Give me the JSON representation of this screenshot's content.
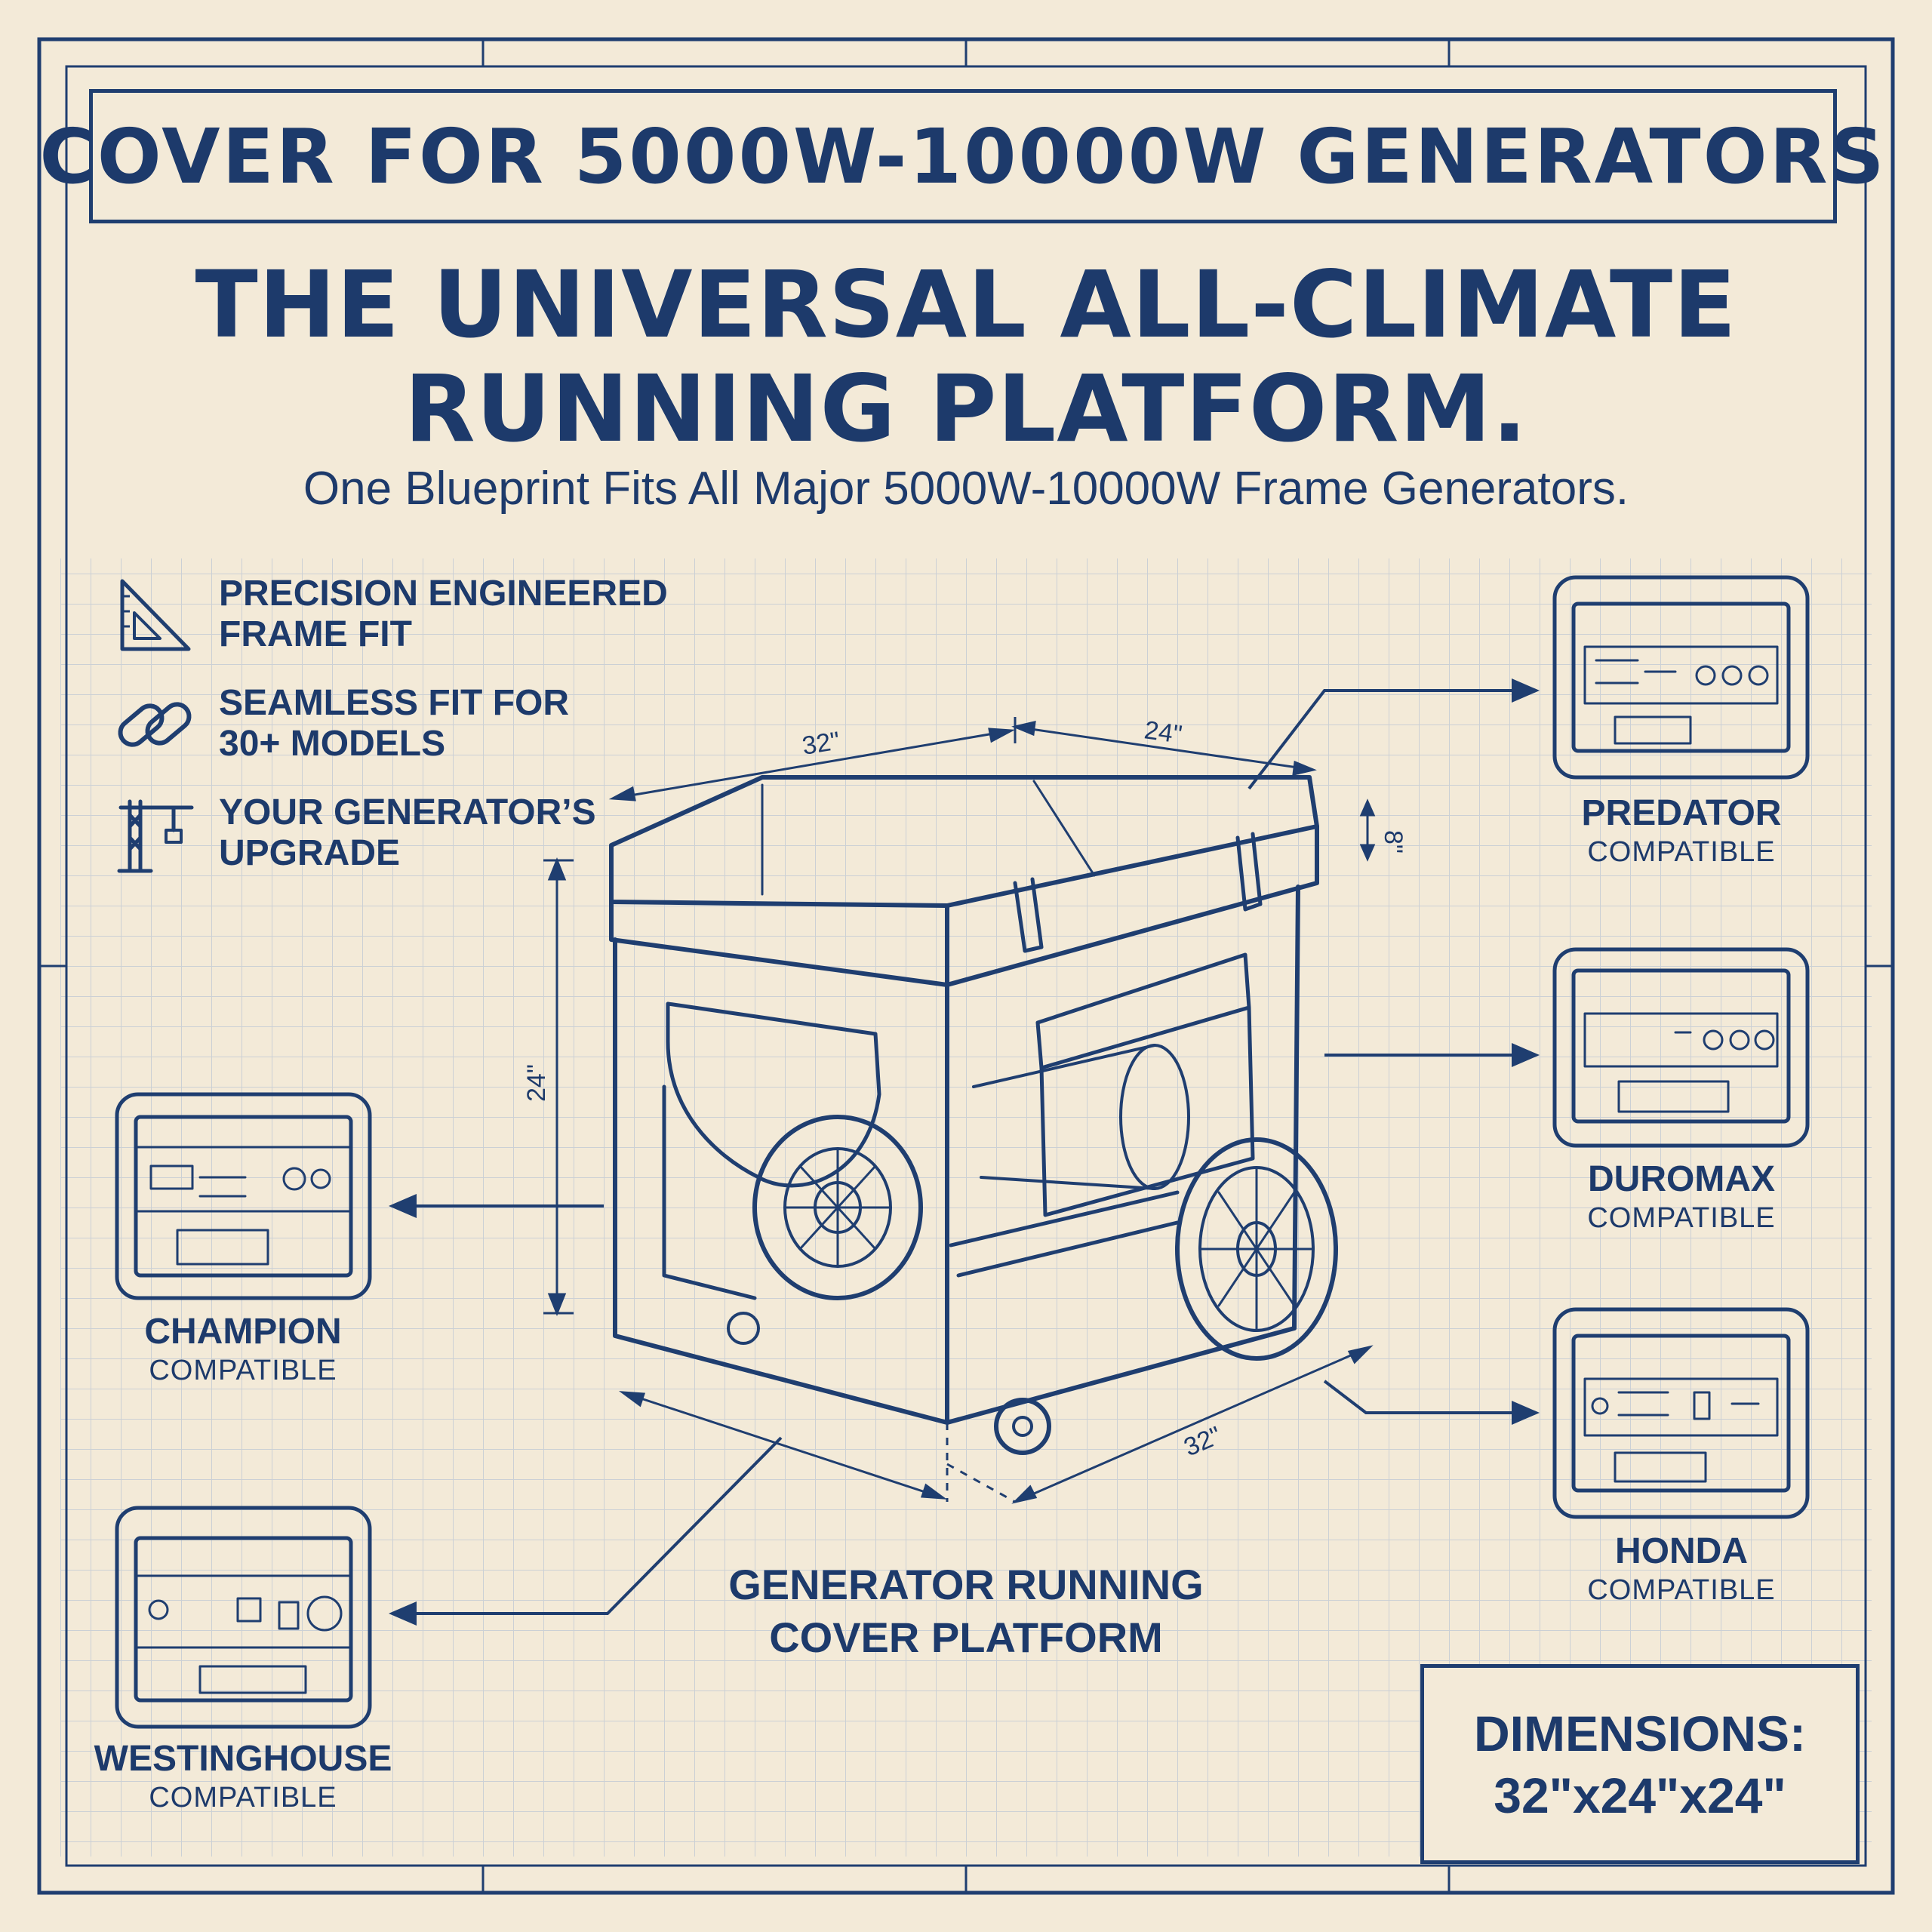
{
  "title": "COVER FOR 5000W-10000W GENERATORS",
  "headline": {
    "line1": "THE UNIVERSAL ALL-CLIMATE",
    "line2": "RUNNING PLATFORM."
  },
  "subheadline": "One Blueprint Fits All Major 5000W-10000W Frame Generators.",
  "features": [
    {
      "icon": "set-square-icon",
      "line1": "PRECISION ENGINEERED",
      "line2": "FRAME FIT"
    },
    {
      "icon": "chain-link-icon",
      "line1": "SEAMLESS FIT FOR",
      "line2": "30+ MODELS"
    },
    {
      "icon": "crane-icon",
      "line1": "YOUR GENERATOR’S",
      "line2": "UPGRADE"
    }
  ],
  "brands": {
    "predator": {
      "name": "PREDATOR",
      "label": "COMPATIBLE"
    },
    "duromax": {
      "name": "DUROMAX",
      "label": "COMPATIBLE"
    },
    "honda": {
      "name": "HONDA",
      "label": "COMPATIBLE"
    },
    "champion": {
      "name": "CHAMPION",
      "label": "COMPATIBLE"
    },
    "westinghouse": {
      "name": "WESTINGHOUSE",
      "label": "COMPATIBLE"
    }
  },
  "platform_label": {
    "line1": "GENERATOR RUNNING",
    "line2": "COVER PLATFORM"
  },
  "dimension_marks": {
    "top_length": "32\"",
    "top_width": "24\"",
    "height": "24\"",
    "bottom_length": "32\"",
    "lid": "8\""
  },
  "dimensions": {
    "label": "DIMENSIONS:",
    "value": "32\"x24\"x24\""
  },
  "colors": {
    "ink": "#1d3a6b",
    "paper": "#f3ead8",
    "grid": "#b9c3cf"
  }
}
